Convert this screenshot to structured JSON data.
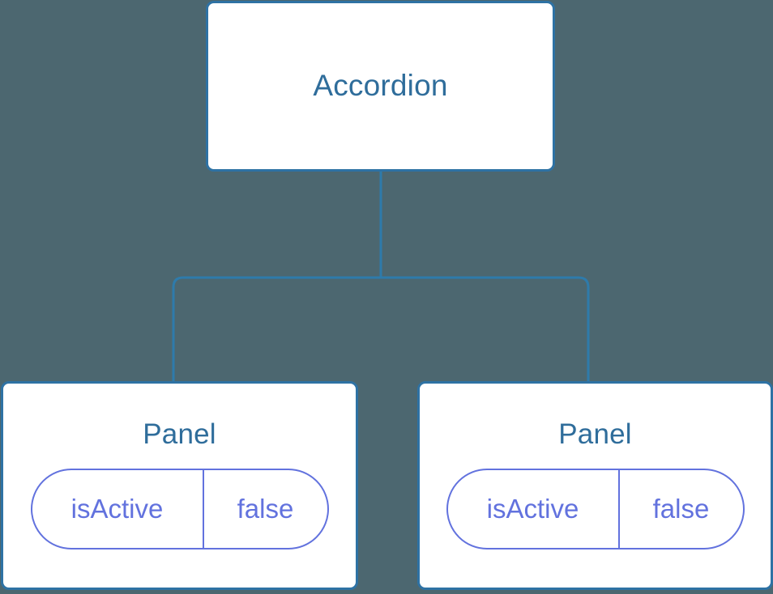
{
  "diagram": {
    "type": "component-tree",
    "background_color": "#4c6770",
    "node_border_color": "#2e72a4",
    "node_title_color": "#2f6d9b",
    "pill_color": "#6272de",
    "edge_color": "#2e7bab",
    "root": {
      "label": "Accordion"
    },
    "children": [
      {
        "label": "Panel",
        "state": {
          "key": "isActive",
          "value": "false"
        }
      },
      {
        "label": "Panel",
        "state": {
          "key": "isActive",
          "value": "false"
        }
      }
    ]
  }
}
